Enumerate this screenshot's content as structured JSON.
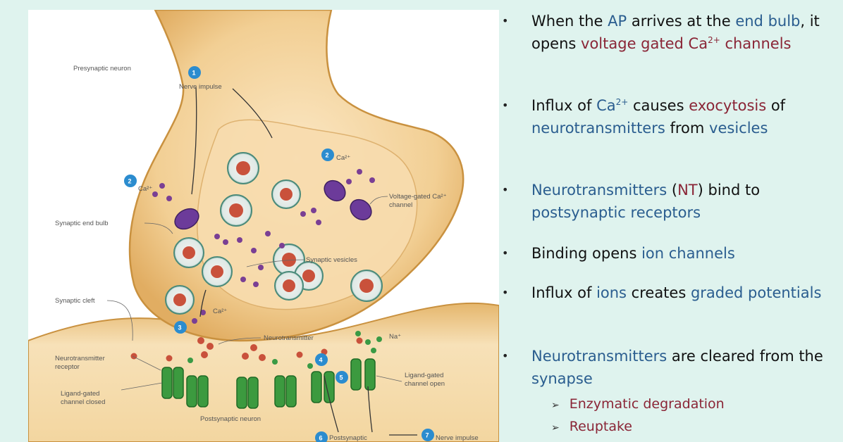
{
  "diagram": {
    "labels": {
      "presynaptic": "Presynaptic neuron",
      "nerve_impulse": "Nerve impulse",
      "ca1": "Ca²⁺",
      "ca2": "Ca²⁺",
      "ca3": "Ca²⁺",
      "vg_channel": "Voltage-gated Ca²⁺",
      "vg_channel2": "channel",
      "end_bulb": "Synaptic end bulb",
      "vesicles": "Synaptic vesicles",
      "cleft": "Synaptic cleft",
      "nt": "Neurotransmitter",
      "na": "Na⁺",
      "receptor1": "Neurotransmitter",
      "receptor2": "receptor",
      "lg_closed1": "Ligand-gated",
      "lg_closed2": "channel closed",
      "lg_open1": "Ligand-gated",
      "lg_open2": "channel open",
      "postsynaptic": "Postsynaptic neuron",
      "bottom1": "Postsynaptic",
      "bottom2": "Nerve impulse"
    },
    "steps": [
      "1",
      "2",
      "2",
      "3",
      "4",
      "5",
      "6",
      "7"
    ]
  },
  "bullets": [
    {
      "parts": [
        {
          "t": "When the ",
          "c": ""
        },
        {
          "t": "AP",
          "c": "blue"
        },
        {
          "t": " arrives at the ",
          "c": ""
        },
        {
          "t": "end bulb",
          "c": "blue"
        },
        {
          "t": ", it opens ",
          "c": ""
        },
        {
          "t": "voltage gated Ca",
          "c": "red"
        },
        {
          "t": "2+",
          "c": "red",
          "sup": true
        },
        {
          "t": " channels",
          "c": "red"
        }
      ]
    },
    {
      "parts": [
        {
          "t": "Influx of ",
          "c": ""
        },
        {
          "t": "Ca",
          "c": "blue"
        },
        {
          "t": "2+",
          "c": "blue",
          "sup": true
        },
        {
          "t": " causes ",
          "c": ""
        },
        {
          "t": "exocytosis",
          "c": "red"
        },
        {
          "t": " of ",
          "c": ""
        },
        {
          "t": "neurotransmitters",
          "c": "blue"
        },
        {
          "t": " from ",
          "c": ""
        },
        {
          "t": "vesicles",
          "c": "blue"
        }
      ]
    },
    {
      "parts": [
        {
          "t": "Neurotransmitters",
          "c": "blue"
        },
        {
          "t": " (",
          "c": ""
        },
        {
          "t": "NT",
          "c": "red"
        },
        {
          "t": ") bind to ",
          "c": ""
        },
        {
          "t": "postsynaptic receptors",
          "c": "blue"
        }
      ]
    },
    {
      "parts": [
        {
          "t": "Binding opens ",
          "c": ""
        },
        {
          "t": "ion channels",
          "c": "blue"
        }
      ]
    },
    {
      "parts": [
        {
          "t": "Influx of ",
          "c": ""
        },
        {
          "t": "ions",
          "c": "blue"
        },
        {
          "t": " creates ",
          "c": ""
        },
        {
          "t": "graded potentials",
          "c": "blue"
        }
      ]
    },
    {
      "parts": [
        {
          "t": "Neurotransmitters",
          "c": "blue"
        },
        {
          "t": " are cleared from the ",
          "c": ""
        },
        {
          "t": "synapse",
          "c": "blue"
        }
      ]
    }
  ],
  "bullet_marker": "•",
  "subitems": [
    "Enzymatic degradation",
    "Reuptake"
  ],
  "sub_marker": "➢"
}
